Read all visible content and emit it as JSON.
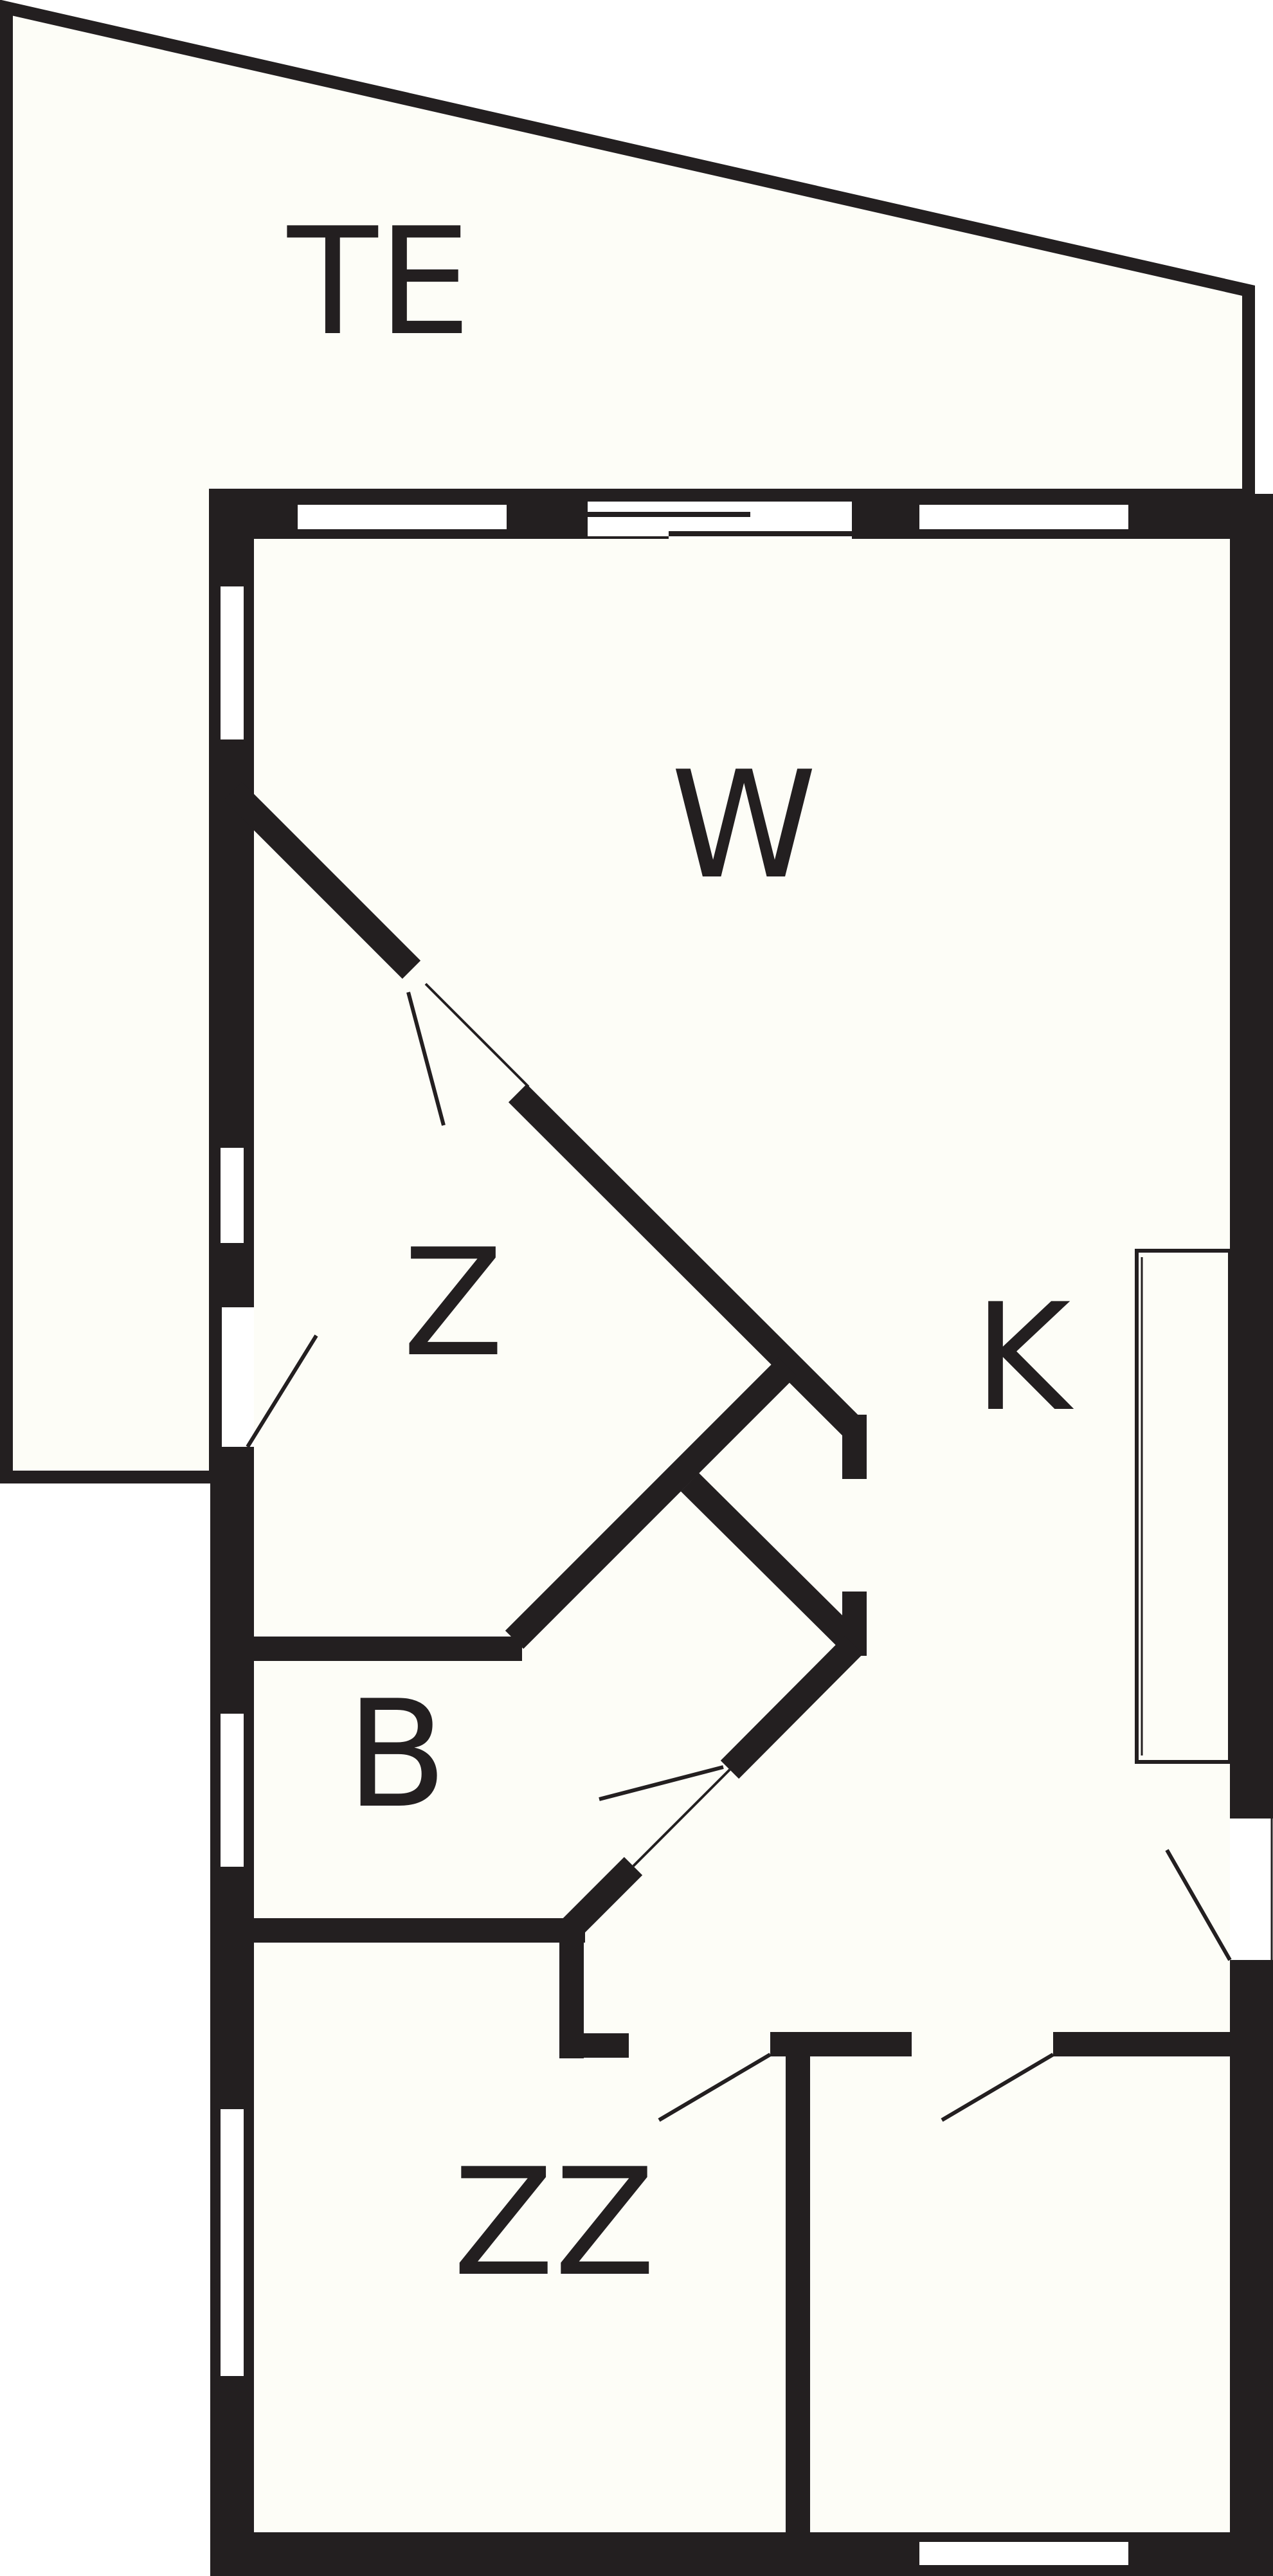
{
  "plan": {
    "colors": {
      "wall": "#231f20",
      "floor": "#fdfdf7",
      "background": "#ffffff"
    },
    "rooms": [
      {
        "id": "te",
        "label": "TE"
      },
      {
        "id": "w",
        "label": "W"
      },
      {
        "id": "z",
        "label": "Z"
      },
      {
        "id": "k",
        "label": "K"
      },
      {
        "id": "b",
        "label": "B"
      },
      {
        "id": "zz",
        "label": "ZZ"
      }
    ]
  }
}
